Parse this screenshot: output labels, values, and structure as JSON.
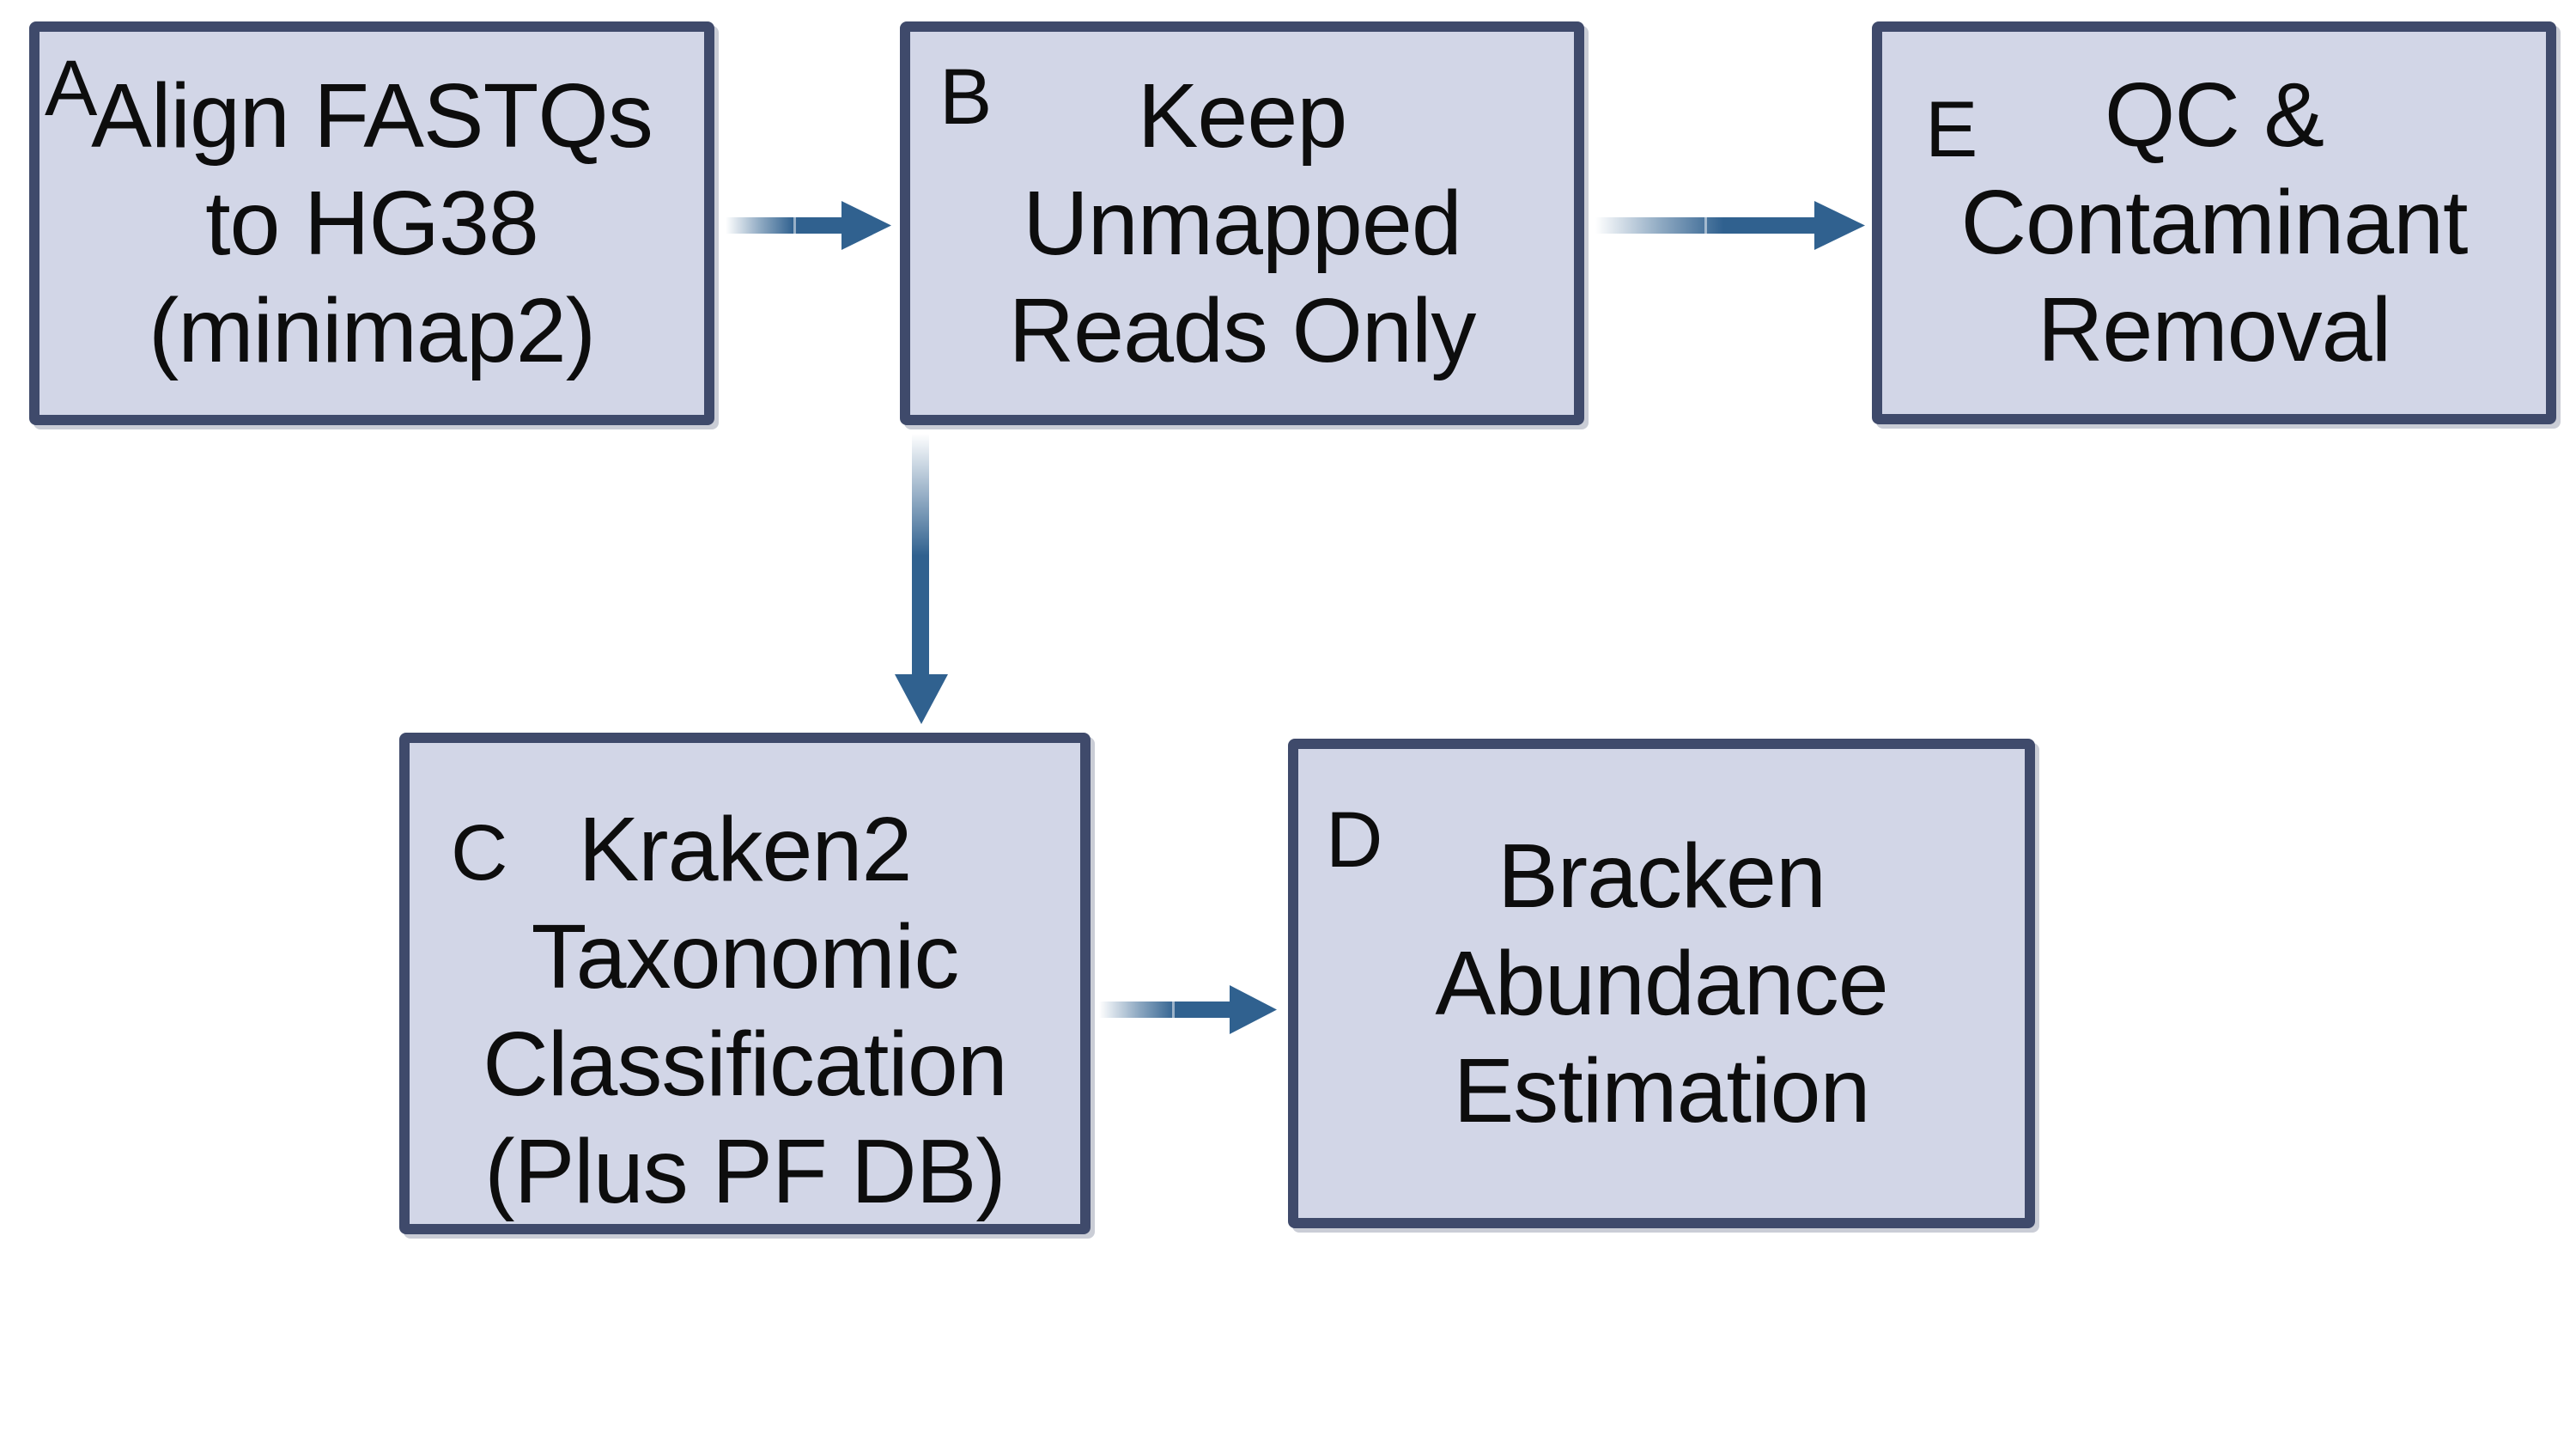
{
  "diagram": {
    "title": "Metagenomic classification pipeline flowchart",
    "colors": {
      "background": "#ffffff",
      "box_fill": "#d2d6e7",
      "box_border": "#3f4a6b",
      "arrow": "#30618f",
      "text": "#0d0d0d"
    },
    "nodes": [
      {
        "id": "A",
        "label": "A",
        "lines": [
          "Align FASTQs",
          "to HG38",
          "(minimap2)"
        ]
      },
      {
        "id": "B",
        "label": "B",
        "lines": [
          "Keep",
          "Unmapped",
          "Reads Only"
        ]
      },
      {
        "id": "E",
        "label": "E",
        "lines": [
          "QC &",
          "Contaminant",
          "Removal"
        ]
      },
      {
        "id": "C",
        "label": "C",
        "lines": [
          "Kraken2",
          "Taxonomic",
          "Classification",
          "(Plus PF DB)"
        ]
      },
      {
        "id": "D",
        "label": "D",
        "lines": [
          "Bracken",
          "Abundance",
          "Estimation"
        ]
      }
    ],
    "edges": [
      {
        "from": "A",
        "to": "B",
        "direction": "right"
      },
      {
        "from": "B",
        "to": "E",
        "direction": "right"
      },
      {
        "from": "B",
        "to": "C",
        "direction": "down"
      },
      {
        "from": "C",
        "to": "D",
        "direction": "right"
      }
    ]
  }
}
